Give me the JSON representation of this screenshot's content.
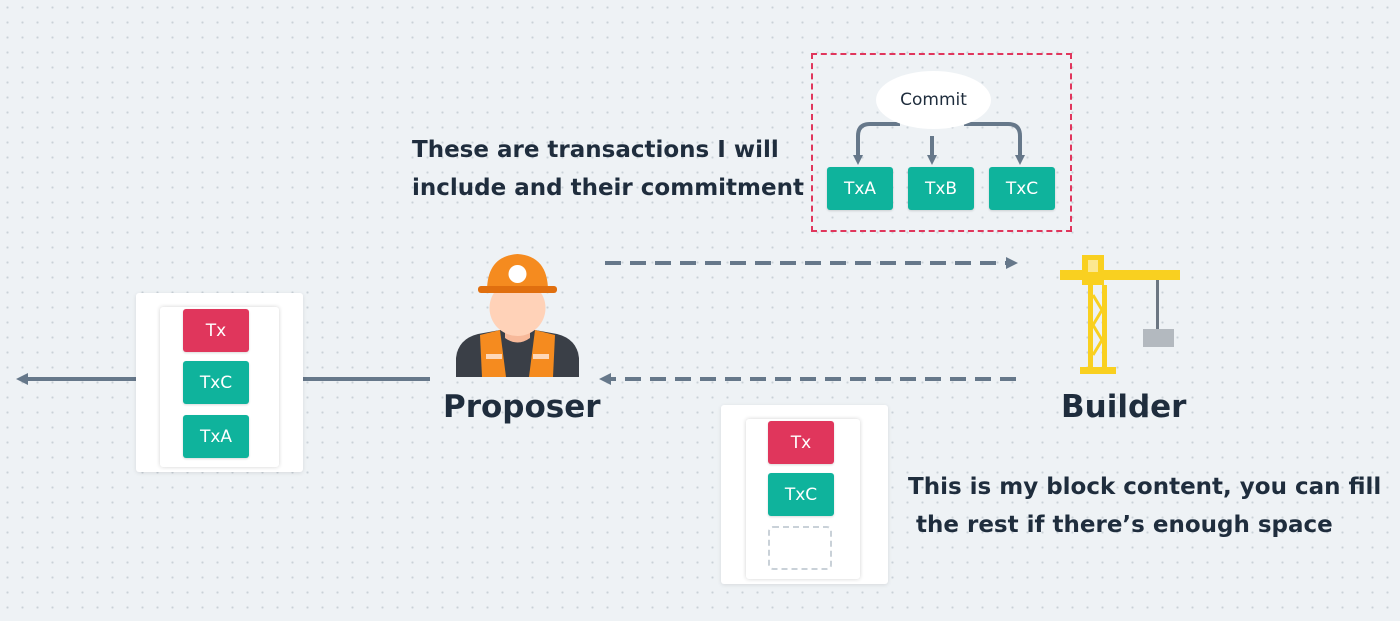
{
  "labels": {
    "note_top": "These are transactions I will\ninclude and their commitment",
    "note_bottom": "This is my block content, you can fill\n the rest if there’s enough space",
    "proposer": "Proposer",
    "builder": "Builder",
    "commit": "Commit"
  },
  "commitment_txs": [
    "TxA",
    "TxB",
    "TxC"
  ],
  "left_block": [
    "Tx",
    "TxC",
    "TxA"
  ],
  "builder_block": [
    "Tx",
    "TxC"
  ],
  "icons": {
    "proposer": "construction-worker-icon",
    "builder": "tower-crane-icon"
  },
  "colors": {
    "tx_teal": "#0fb39c",
    "tx_red": "#e0365c",
    "arrow": "#66788a",
    "dashed_box": "#e0365c",
    "text": "#1f2d3d"
  }
}
